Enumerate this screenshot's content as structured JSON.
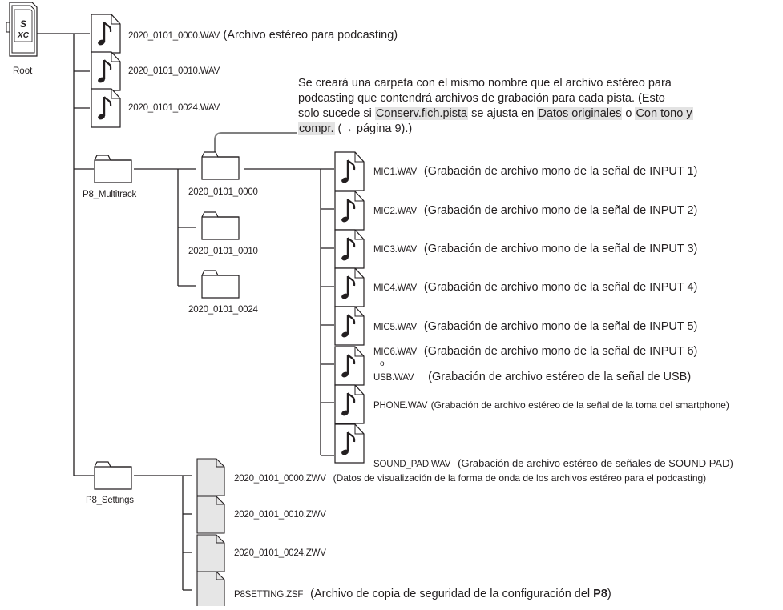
{
  "root": {
    "label": "Root",
    "icon": "sdxc-card-icon"
  },
  "root_files": [
    {
      "name": "2020_0101_0000.WAV",
      "desc": "(Archivo estéreo para podcasting)"
    },
    {
      "name": "2020_0101_0010.WAV",
      "desc": ""
    },
    {
      "name": "2020_0101_0024.WAV",
      "desc": ""
    }
  ],
  "note": {
    "line1": "Se creará una carpeta con el mismo nombre que el archivo estéreo para",
    "line2": "podcasting que contendrá archivos de grabación para cada pista. (Esto",
    "line3_a": "solo sucede si ",
    "line3_b": "Conserv.fich.pista",
    "line3_c": " se ajusta en ",
    "line3_d": "Datos originales",
    "line3_e": " o ",
    "line3_f": "Con tono y",
    "line4_a": "compr.",
    "line4_b": " (→ página 9).)"
  },
  "multitrack": {
    "label": "P8_Multitrack",
    "subfolders": [
      "2020_0101_0000",
      "2020_0101_0010",
      "2020_0101_0024"
    ]
  },
  "track_files": [
    {
      "name": "MIC1.WAV",
      "desc": "(Grabación de archivo mono de la señal de INPUT 1)"
    },
    {
      "name": "MIC2.WAV",
      "desc": "(Grabación de archivo mono de la señal de INPUT 2)"
    },
    {
      "name": "MIC3.WAV",
      "desc": "(Grabación de archivo mono de la señal de INPUT 3)"
    },
    {
      "name": "MIC4.WAV",
      "desc": "(Grabación de archivo mono de la señal de INPUT 4)"
    },
    {
      "name": "MIC5.WAV",
      "desc": "(Grabación de archivo mono de la señal de INPUT 5)"
    },
    {
      "name": "MIC6.WAV",
      "desc": "(Grabación de archivo mono de la señal de INPUT 6)"
    },
    {
      "name": "PHONE.WAV",
      "desc": "(Grabación de archivo estéreo de la señal de la toma del smartphone)"
    },
    {
      "name": "SOUND_PAD.WAV",
      "desc": "(Grabación de archivo estéreo de señales de SOUND PAD)"
    }
  ],
  "mic6_or": "o",
  "usb_file": {
    "name": "USB.WAV",
    "desc": "(Grabación de archivo estéreo de la señal de USB)"
  },
  "settings": {
    "label": "P8_Settings",
    "files": [
      {
        "name": "2020_0101_0000.ZWV",
        "desc": "(Datos de visualización de la forma de onda de los archivos estéreo para el podcasting)"
      },
      {
        "name": "2020_0101_0010.ZWV",
        "desc": ""
      },
      {
        "name": "2020_0101_0024.ZWV",
        "desc": ""
      },
      {
        "name": "P8SETTING.ZSF",
        "desc_a": "(Archivo de copia de seguridad de la configuración del ",
        "desc_b": "P8",
        "desc_c": ")"
      }
    ]
  },
  "colors": {
    "line": "#231f20",
    "file_fill": "#e6e6e6",
    "highlight": "#e3e3e3",
    "callout_line": "#808080"
  }
}
